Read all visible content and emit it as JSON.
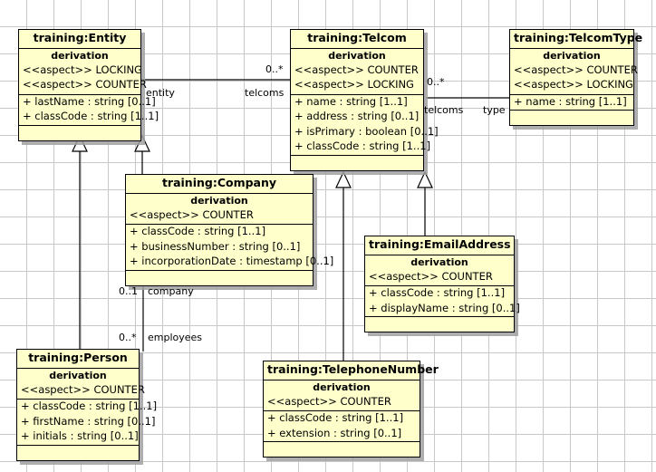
{
  "diagram": {
    "type": "uml-class-diagram",
    "background": "#ffffff",
    "grid_color": "#c8c8c8",
    "class_fill": "#ffffcc",
    "class_border": "#000000",
    "shadow_color": "#a0a0a0",
    "derivation_label": "derivation"
  },
  "classes": [
    {
      "id": "entity",
      "title": "training:Entity",
      "derivation": "derivation",
      "aspects": [
        "<<aspect>> LOCKING",
        "<<aspect>> COUNTER"
      ],
      "attributes": [
        "+ lastName : string [0..1]",
        "+ classCode : string [1..1]"
      ]
    },
    {
      "id": "telcom",
      "title": "training:Telcom",
      "derivation": "derivation",
      "aspects": [
        "<<aspect>> COUNTER",
        "<<aspect>> LOCKING"
      ],
      "attributes": [
        "+ name : string [1..1]",
        "+ address : string [0..1]",
        "+ isPrimary : boolean [0..1]",
        "+ classCode : string [1..1]"
      ]
    },
    {
      "id": "telcomtype",
      "title": "training:TelcomType",
      "derivation": "derivation",
      "aspects": [
        "<<aspect>> COUNTER",
        "<<aspect>> LOCKING"
      ],
      "attributes": [
        "+ name : string [1..1]"
      ]
    },
    {
      "id": "company",
      "title": "training:Company",
      "derivation": "derivation",
      "aspects": [
        "<<aspect>> COUNTER"
      ],
      "attributes": [
        "+ classCode : string [1..1]",
        "+ businessNumber : string [0..1]",
        "+ incorporationDate : timestamp [0..1]"
      ]
    },
    {
      "id": "emailaddress",
      "title": "training:EmailAddress",
      "derivation": "derivation",
      "aspects": [
        "<<aspect>> COUNTER"
      ],
      "attributes": [
        "+ classCode : string [1..1]",
        "+ displayName : string [0..1]"
      ]
    },
    {
      "id": "person",
      "title": "training:Person",
      "derivation": "derivation",
      "aspects": [
        "<<aspect>> COUNTER"
      ],
      "attributes": [
        "+ classCode : string [1..1]",
        "+ firstName : string [0..1]",
        "+ initials : string [0..1]"
      ]
    },
    {
      "id": "telephonenumber",
      "title": "training:TelephoneNumber",
      "derivation": "derivation",
      "aspects": [
        "<<aspect>> COUNTER"
      ],
      "attributes": [
        "+ classCode : string [1..1]",
        "+ extension : string [0..1]"
      ]
    }
  ],
  "associations": [
    {
      "id": "entity-telcom",
      "source": "entity",
      "target": "telcom",
      "source_role": "entity",
      "target_role": "telcoms",
      "target_multiplicity": "0..*"
    },
    {
      "id": "telcom-telcomtype",
      "source": "telcom",
      "target": "telcomtype",
      "source_role": "telcoms",
      "target_role": "type",
      "source_multiplicity": "0..*"
    },
    {
      "id": "company-person",
      "source": "company",
      "target": "person",
      "source_role": "company",
      "source_multiplicity": "0..1",
      "target_role": "employees",
      "target_multiplicity": "0..*"
    }
  ],
  "generalizations": [
    {
      "id": "person-entity",
      "sub": "person",
      "super": "entity"
    },
    {
      "id": "company-entity",
      "sub": "company",
      "super": "entity"
    },
    {
      "id": "telephonenumber-telcom",
      "sub": "telephonenumber",
      "super": "telcom"
    },
    {
      "id": "emailaddress-telcom",
      "sub": "emailaddress",
      "super": "telcom"
    }
  ],
  "edge_labels": {
    "entity_role": "entity",
    "telcoms_role": "telcoms",
    "telcom_mult": "0..*",
    "telcoms_role2": "telcoms",
    "type_role": "type",
    "telcomtype_mult": "0..*",
    "company_mult": "0..1",
    "company_role": "company",
    "employees_mult": "0..*",
    "employees_role": "employees"
  }
}
